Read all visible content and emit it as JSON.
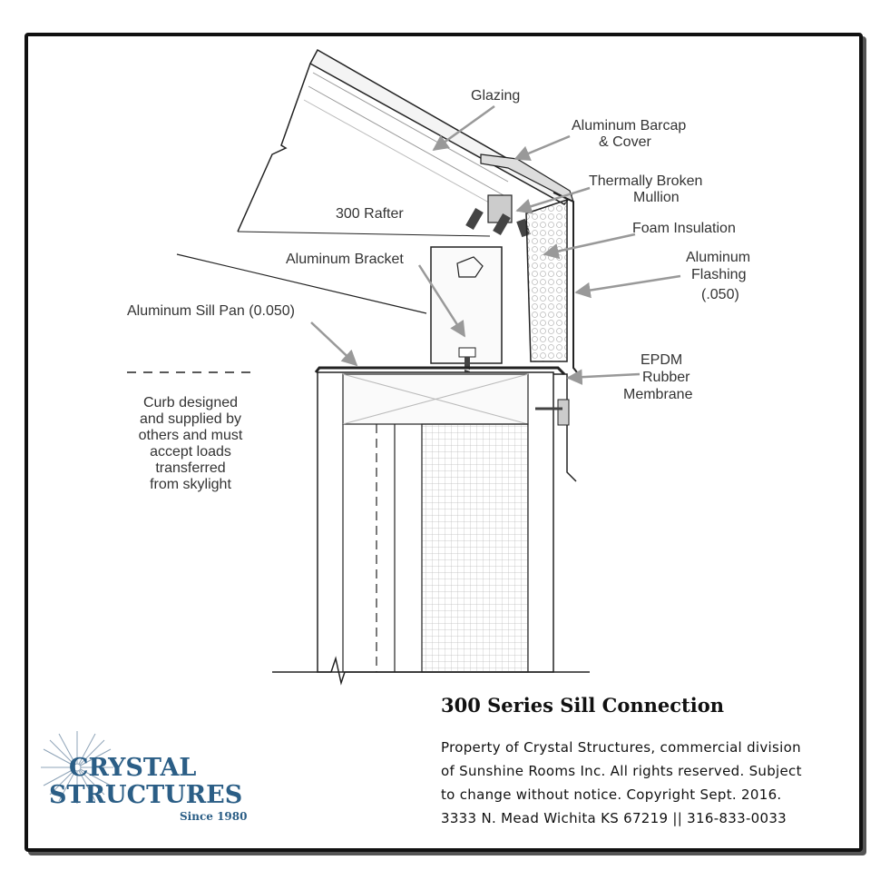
{
  "diagram": {
    "labels": {
      "glazing": "Glazing",
      "barcap_1": "Aluminum Barcap",
      "barcap_2": "& Cover",
      "mullion_1": "Thermally Broken",
      "mullion_2": "Mullion",
      "foam": "Foam Insulation",
      "flashing_1": "Aluminum",
      "flashing_2": "Flashing",
      "flashing_3": "(.050)",
      "rafter": "300 Rafter",
      "bracket": "Aluminum Bracket",
      "sill_pan": "Aluminum Sill Pan (0.050)",
      "epdm_1": "EPDM",
      "epdm_2": "Rubber",
      "epdm_3": "Membrane",
      "curb_1": "Curb designed",
      "curb_2": "and supplied by",
      "curb_3": "others and must",
      "curb_4": "accept loads",
      "curb_5": "transferred",
      "curb_6": "from skylight"
    }
  },
  "title": "300 Series Sill Connection",
  "info": {
    "line1": "Property of Crystal Structures, commercial division",
    "line2": "of Sunshine Rooms Inc. All rights reserved. Subject",
    "line3": "to change without notice. Copyright Sept. 2016.",
    "line4": "3333 N. Mead Wichita KS  67219  ||  316-833-0033"
  },
  "logo": {
    "line1": "CRYSTAL",
    "line2": "STRUCTURES",
    "line3": "Since 1980",
    "color": "#2b5e86",
    "icon": "starburst-icon"
  }
}
